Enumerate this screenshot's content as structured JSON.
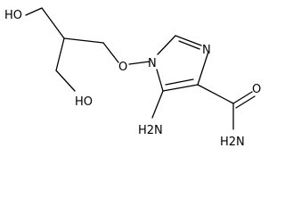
{
  "molecule": {
    "atom_labels": {
      "ho_top": "HO",
      "ho_bottom": "HO",
      "ether_o": "O",
      "ring_n1": "N",
      "ring_n3": "N",
      "amine": "H2N",
      "amide_o": "O",
      "amide_n": "H2N"
    }
  }
}
